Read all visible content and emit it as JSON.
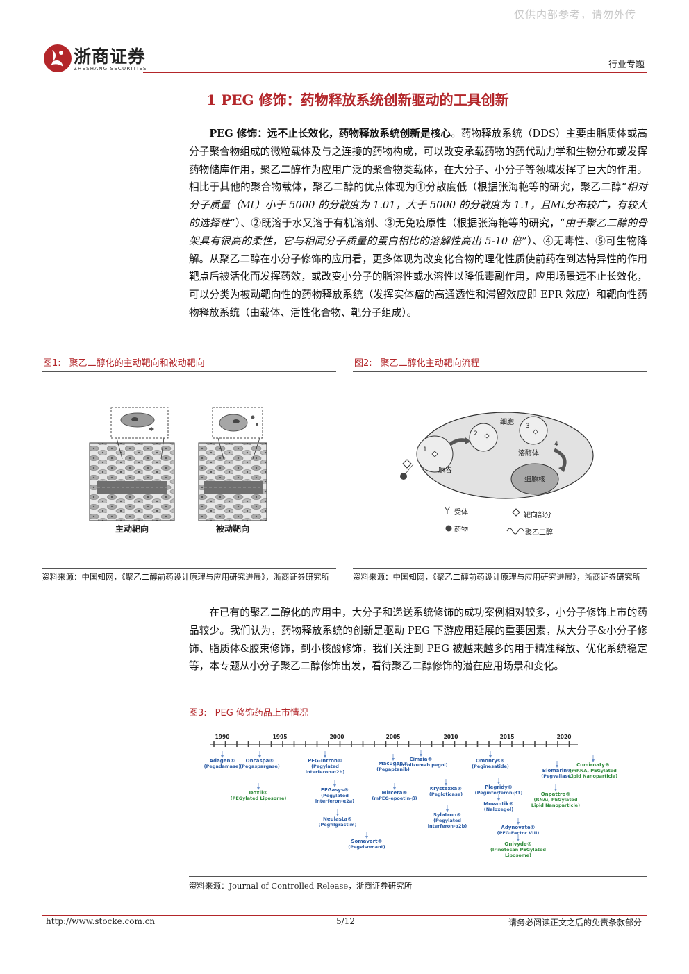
{
  "watermark": "仅供内部参考，请勿外传",
  "brand": {
    "name": "浙商证券",
    "sub": "ZHESHANG SECURITIES",
    "accent": "#b3262a"
  },
  "header": {
    "category": "行业专题"
  },
  "section_title": "1 PEG 修饰：药物释放系统创新驱动的工具创新",
  "para1": {
    "lead": "PEG 修饰：远不止长效化，药物释放系统创新是核心",
    "t1": "。药物释放系统（DDS）主要由脂质体或高分子聚合物组成的微粒载体及与之连接的药物构成，可以改变承载药物的药代动力学和生物分布或发挥药物储库作用，聚乙二醇作为应用广泛的聚合物类载体，在大分子、小分子等领域发挥了巨大的作用。相比于其他的聚合物载体，聚乙二醇的优点体现为①分散度低（根据张海艳等的研究，聚乙二醇“",
    "i1": "相对分子质量（Mt）小于 5000 的分散度为 1.01，大于 5000 的分散度为 1.1，且Mt分布较广，有较大的选择性",
    "t2": "”）、②既溶于水又溶于有机溶剂、③无免疫原性（根据张海艳等的研究，“",
    "i2": "由于聚乙二醇的骨架具有很高的柔性，它与相同分子质量的蛋白相比的溶解性高出 5-10 倍",
    "t3": "”）、④无毒性、⑤可生物降解。从聚乙二醇在小分子修饰的应用看，更多体现为改变化合物的理化性质使前药在到达特异性的作用靶点后被活化而发挥药效，或改变小分子的脂溶性或水溶性以降低毒副作用，应用场景远不止长效化，可以分类为被动靶向性的药物释放系统（发挥实体瘤的高通透性和滞留效应即 EPR 效应）和靶向性药物释放系统（由载体、活性化合物、靶分子组成）。"
  },
  "fig1": {
    "num": "图1:",
    "title": "聚乙二醇化的主动靶向和被动靶向",
    "label_active": "主动靶向",
    "label_passive": "被动靶向"
  },
  "fig2": {
    "num": "图2:",
    "title": "聚乙二醇化主动靶向流程",
    "cell": "细胞",
    "lysosome": "溶酶体",
    "nucleus": "细胞核",
    "engulf": "胞吞",
    "steps": [
      "1",
      "2",
      "3",
      "4"
    ],
    "legend": {
      "receptor": "受体",
      "targeting": "靶向部分",
      "drug": "药物",
      "peg": "聚乙二醇"
    }
  },
  "source1": "资料来源：中国知网，《聚乙二醇前药设计原理与应用研究进展》，浙商证券研究所",
  "source2": "资料来源：中国知网，《聚乙二醇前药设计原理与应用研究进展》，浙商证券研究所",
  "para2": "在已有的聚乙二醇化的应用中，大分子和递送系统修饰的成功案例相对较多，小分子修饰上市的药品较少。我们认为，药物释放系统的创新是驱动 PEG 下游应用延展的重要因素，从大分子&小分子修饰、脂质体&胶束修饰，到小核酸修饰，我们关注到 PEG 被越来越多的用于精准释放、优化系统稳定等，本专题从小分子聚乙二醇修饰出发，看待聚乙二醇修饰的潜在应用场景和变化。",
  "fig3": {
    "num": "图3:",
    "title": "PEG 修饰药品上市情况",
    "years": [
      "1990",
      "1995",
      "2000",
      "2005",
      "2010",
      "2015",
      "2020"
    ],
    "drugs": [
      {
        "name": "Adagen®",
        "desc": "(Pegadamase)"
      },
      {
        "name": "Oncaspa®",
        "desc": "(Pegaspargase)"
      },
      {
        "name": "Doxil®",
        "desc": "(PEGylated Liposome)",
        "green": true
      },
      {
        "name": "PEG-Intron®",
        "desc": "(Pegylated interferon-α2b)"
      },
      {
        "name": "PEGasys®",
        "desc": "(Pegylated interferon-α2a)"
      },
      {
        "name": "Neulasta®",
        "desc": "(Pegfilgrastim)"
      },
      {
        "name": "Somavert®",
        "desc": "(Pegvisomant)"
      },
      {
        "name": "Macugen®",
        "desc": "(Pegaptanib)"
      },
      {
        "name": "Mircera®",
        "desc": "(mPEG-epoetin-β)"
      },
      {
        "name": "Cimzia®",
        "desc": "(Certolizumab pegol)"
      },
      {
        "name": "Krystexxa®",
        "desc": "(Pegloticase)"
      },
      {
        "name": "Sylatron®",
        "desc": "(Pegylated interferon-α2b)"
      },
      {
        "name": "Omontys®",
        "desc": "(Peginesatide)"
      },
      {
        "name": "Plegridy®",
        "desc": "(Peginterferon-β1)"
      },
      {
        "name": "Movantik®",
        "desc": "(Naloxegol)"
      },
      {
        "name": "Adynovate®",
        "desc": "(PEG-Factor VIII)"
      },
      {
        "name": "Onivyde®",
        "desc": "(Irinotecan PEGylated Liposome)",
        "green": true
      },
      {
        "name": "Biomarin®",
        "desc": "(Pegvaliase)"
      },
      {
        "name": "Onpattro®",
        "desc": "(RNAi, PEGylated Lipid Nanoparticle)",
        "green": true
      },
      {
        "name": "Comirnaty®",
        "desc": "(mRNA, PEGylated Lipid Nanoparticle)",
        "green": true
      }
    ]
  },
  "source3": "资料来源：Journal of Controlled Release，浙商证券研究所",
  "footer": {
    "url": "http://www.stocke.com.cn",
    "page": "5/12",
    "disclaimer": "请务必阅读正文之后的免责条款部分"
  }
}
